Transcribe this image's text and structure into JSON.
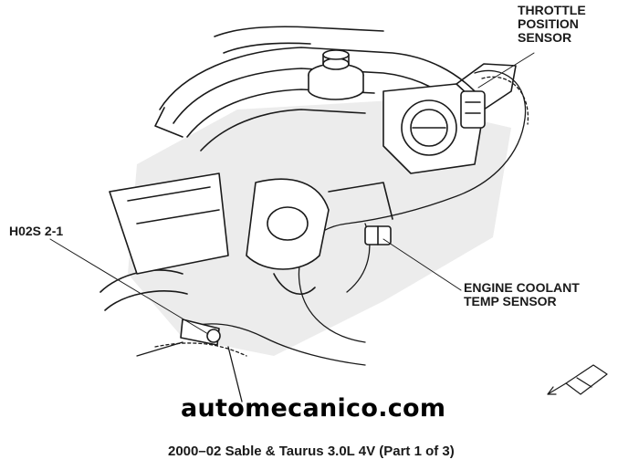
{
  "labels": {
    "throttle_position_sensor": [
      "THROTTLE",
      "POSITION",
      "SENSOR"
    ],
    "h02s": "H02S 2-1",
    "engine_coolant_temp_sensor": [
      "ENGINE COOLANT",
      "TEMP SENSOR"
    ]
  },
  "watermark": "automecanico.com",
  "caption": "2000–02 Sable & Taurus 3.0L 4V (Part 1 of 3)",
  "colors": {
    "ink": "#1a1a1a",
    "paper": "#ffffff",
    "shade": "#d9d9d9"
  },
  "icons": {
    "front_direction": "vehicle-front-arrow-icon"
  }
}
